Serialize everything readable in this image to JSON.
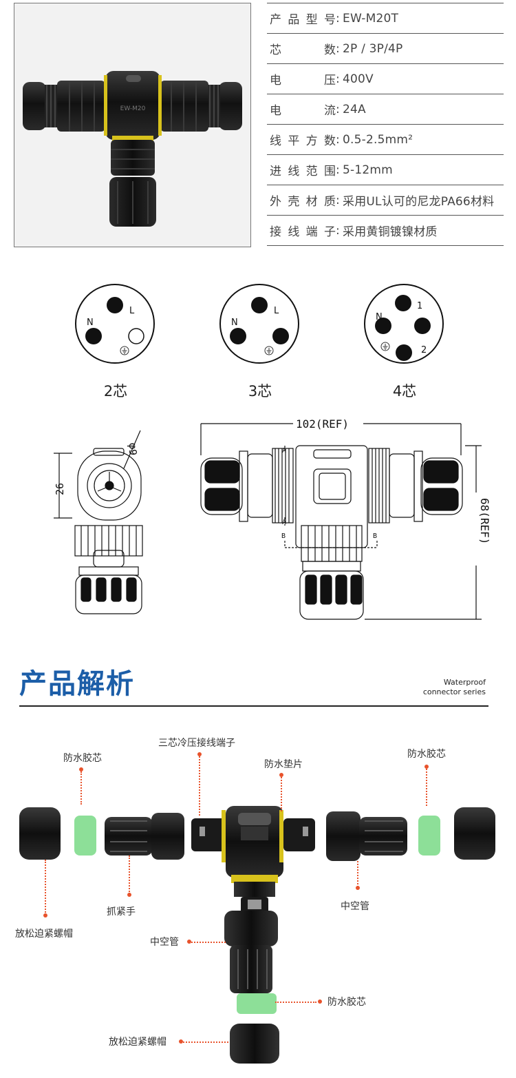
{
  "specs": [
    {
      "label": "产品型号",
      "value": "EW-M20T"
    },
    {
      "label": "芯数",
      "value": "2P / 3P/4P"
    },
    {
      "label": "电压",
      "value": "400V"
    },
    {
      "label": "电流",
      "value": "24A"
    },
    {
      "label": "线平方数",
      "value": "0.5-2.5mm²"
    },
    {
      "label": "进线范围",
      "value": "5-12mm"
    },
    {
      "label": "外壳材质",
      "value": "采用UL认可的尼龙PA66材料"
    },
    {
      "label": "接线端子",
      "value": "采用黄铜镀镍材质"
    }
  ],
  "spec_labels": {
    "l0a": "产",
    "l0b": "品",
    "l0c": "型",
    "l0d": "号",
    "l1a": "芯",
    "l1b": "数",
    "l2a": "电",
    "l2b": "压",
    "l3a": "电",
    "l3b": "流",
    "l4": "线平方数",
    "l5": "进线范围",
    "l6": "外壳材质",
    "l7": "接线端子",
    "colon": ":"
  },
  "photo": {
    "marking": "EW-M20"
  },
  "pinouts": [
    {
      "label": "2芯",
      "pins": {
        "l": "L",
        "n": "N"
      }
    },
    {
      "label": "3芯",
      "pins": {
        "l": "L",
        "n": "N"
      }
    },
    {
      "label": "4芯",
      "pins": {
        "p1": "1",
        "n": "N",
        "p2": "2"
      }
    }
  ],
  "drawing": {
    "width_dim": "102(REF)",
    "height_dim": "68(REF)",
    "side_dim": "26",
    "dia_dim": "φ9",
    "section_a": "A",
    "section_b": "B"
  },
  "analysis": {
    "title": "产品解析",
    "subtitle_line1": "Waterproof",
    "subtitle_line2": "connector series",
    "parts": {
      "seal_left": "防水胶芯",
      "terminal": "三芯冷压接线端子",
      "gasket": "防水垫片",
      "seal_right": "防水胶芯",
      "grip": "抓紧手",
      "tube_right": "中空管",
      "nut_left": "放松迫紧螺帽",
      "tube_bottom": "中空管",
      "seal_bottom": "防水胶芯",
      "nut_bottom": "放松迫紧螺帽"
    }
  },
  "colors": {
    "accent_blue": "#1c5ea8",
    "leader_red": "#e8532c",
    "seal_green": "#8ddf98",
    "body_black": "#1a1a1a",
    "ring_yellow": "#d8c21c"
  }
}
